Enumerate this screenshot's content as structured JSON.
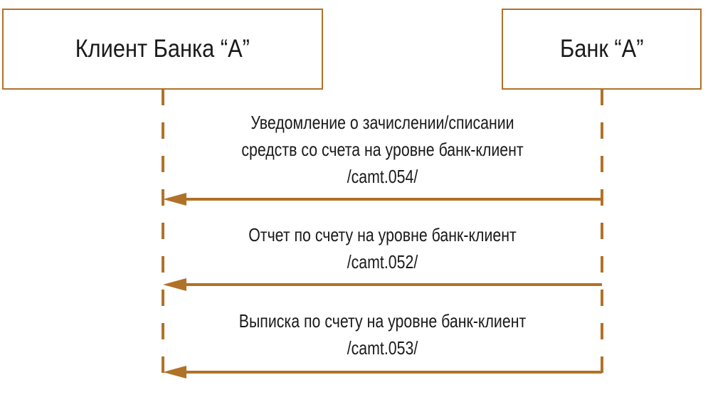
{
  "participants": [
    {
      "label": "Клиент Банка “А”"
    },
    {
      "label": "Банк “А”"
    }
  ],
  "messages": [
    {
      "lines": [
        "Уведомление о зачислении/списании",
        "средств со счета на уровне банк-клиент",
        "/camt.054/"
      ]
    },
    {
      "lines": [
        "Отчет по счету на уровне банк-клиент",
        "/camt.052/"
      ]
    },
    {
      "lines": [
        "Выписка по счету на уровне банк-клиент",
        "/camt.053/"
      ]
    }
  ],
  "colors": {
    "accent": "#b07228",
    "text": "#1a1a1a"
  }
}
